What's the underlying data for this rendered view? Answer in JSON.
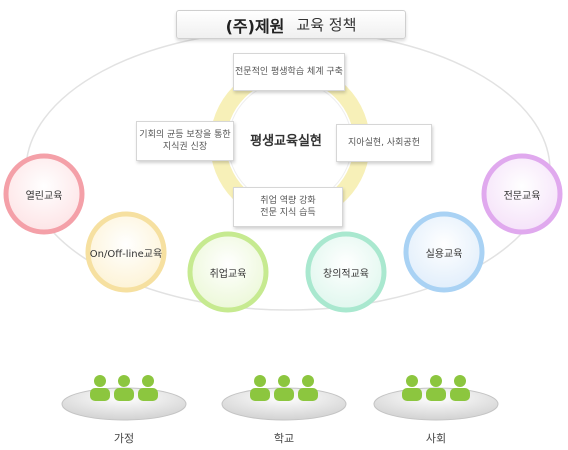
{
  "title": {
    "company": "(주)제원",
    "policy": "교육 정책"
  },
  "center": {
    "label": "평생교육실현"
  },
  "notes": {
    "top": "전문적인 평생학습 체계 구축",
    "left": "기회의 균등 보장을 통한\n지식권 신장",
    "right": "지아실현, 사회공헌",
    "bottom": "취업 역량 강화\n전문 지식 습득"
  },
  "bubbles": [
    {
      "label": "열린교육",
      "color": "#f4a0a8"
    },
    {
      "label": "On/Off-line교육",
      "color": "#f6e0a0"
    },
    {
      "label": "취업교육",
      "color": "#c6ea90"
    },
    {
      "label": "창의적교육",
      "color": "#a9e8cf"
    },
    {
      "label": "실용교육",
      "color": "#a9d2f4"
    },
    {
      "label": "전문교육",
      "color": "#e0a9ee"
    }
  ],
  "groups": [
    {
      "label": "가정"
    },
    {
      "label": "학교"
    },
    {
      "label": "사회"
    }
  ],
  "colors": {
    "person": "#8cc63f",
    "ring": "#f7f0b8"
  }
}
